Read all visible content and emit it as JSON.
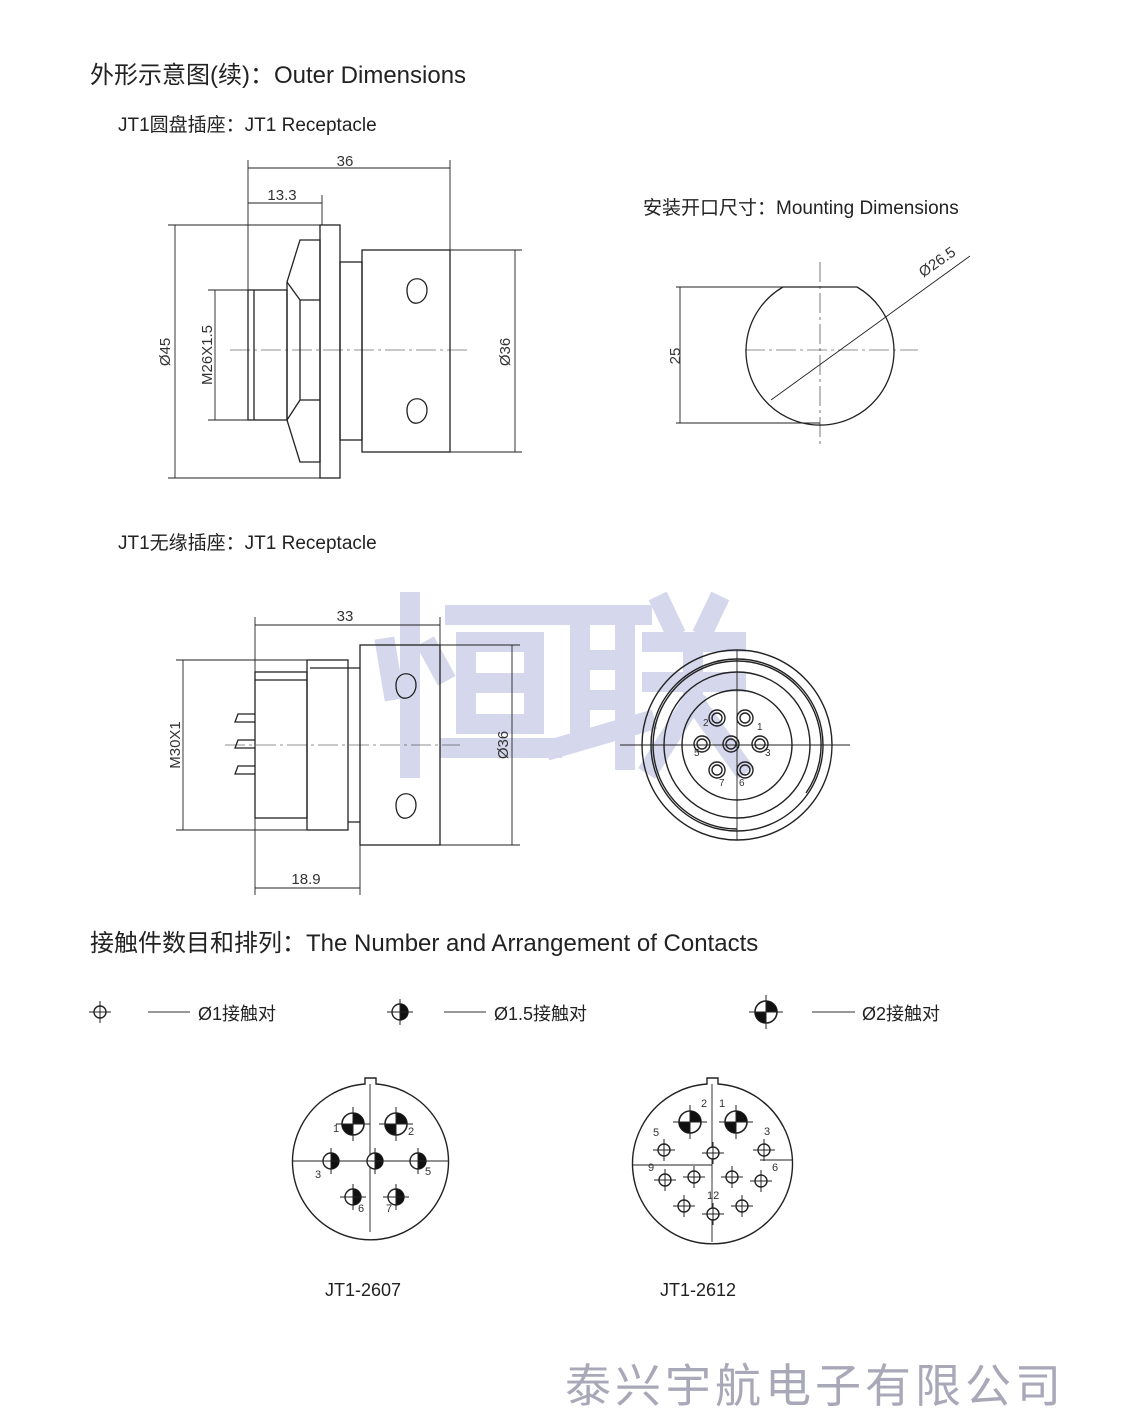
{
  "heading_outer": "外形示意图(续)：Outer Dimensions",
  "section1": {
    "title": "JT1圆盘插座：JT1 Receptacle",
    "dims": {
      "overall": "36",
      "front": "13.3",
      "flange": "Ø45",
      "thread": "M26X1.5",
      "body": "Ø36"
    }
  },
  "mounting": {
    "title": "安装开口尺寸：Mounting Dimensions",
    "dims": {
      "diameter": "Ø26.5",
      "flat": "25"
    }
  },
  "section2": {
    "title": "JT1无缘插座：JT1 Receptacle",
    "dims": {
      "overall": "33",
      "thread": "M30X1",
      "body": "Ø36",
      "rear": "18.9"
    },
    "face_labels": [
      "1",
      "2",
      "3",
      "5",
      "6",
      "7"
    ]
  },
  "watermark": "恒联",
  "heading_contacts": "接触件数目和排列：The Number and Arrangement of Contacts",
  "legend": [
    {
      "label": "Ø1接触对",
      "symbol": "contact-1mm-icon"
    },
    {
      "label": "Ø1.5接触对",
      "symbol": "contact-1-5mm-icon"
    },
    {
      "label": "Ø2接触对",
      "symbol": "contact-2mm-icon"
    }
  ],
  "layouts": [
    {
      "name": "JT1-2607",
      "pins": [
        "1",
        "2",
        "3",
        "5",
        "6",
        "7"
      ]
    },
    {
      "name": "JT1-2612",
      "pins": [
        "1",
        "2",
        "3",
        "5",
        "6",
        "9",
        "12"
      ]
    }
  ],
  "footer": "泰兴宇航电子有限公司"
}
